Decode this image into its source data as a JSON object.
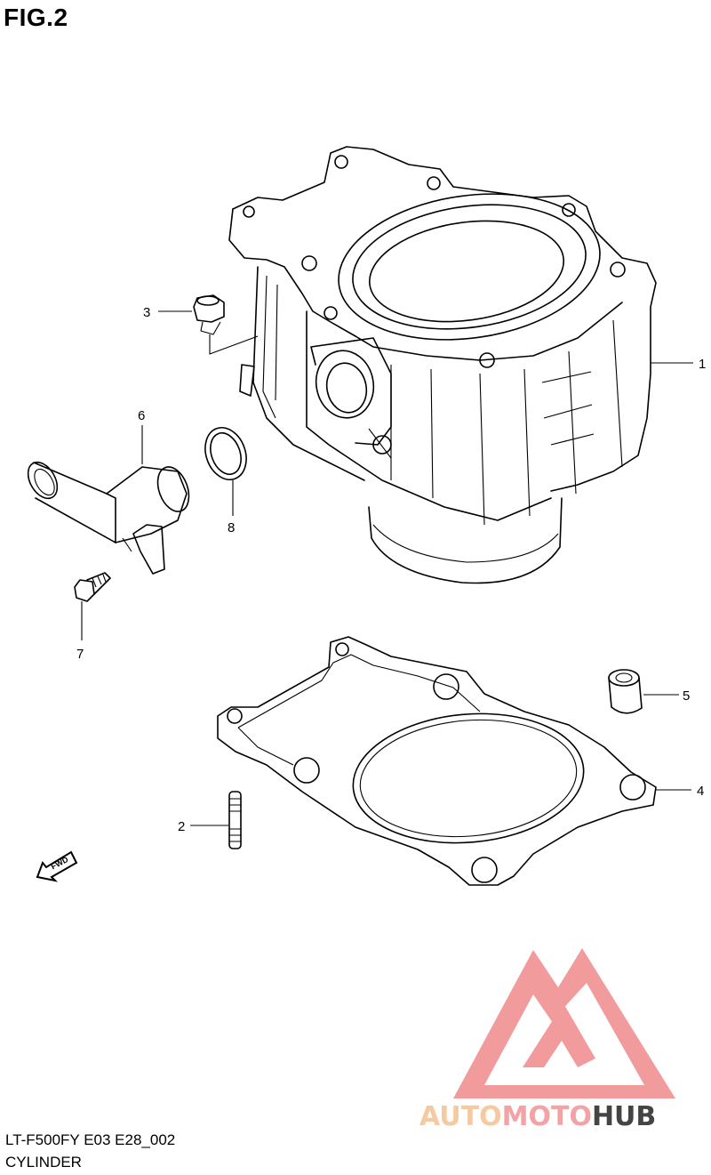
{
  "figure": {
    "title": "FIG.2"
  },
  "parts": [
    {
      "num": "1",
      "name": "cylinder"
    },
    {
      "num": "2",
      "name": "stud-bolt"
    },
    {
      "num": "3",
      "name": "nut"
    },
    {
      "num": "4",
      "name": "cylinder-gasket"
    },
    {
      "num": "5",
      "name": "dowel-pin"
    },
    {
      "num": "6",
      "name": "intake-pipe"
    },
    {
      "num": "7",
      "name": "bolt"
    },
    {
      "num": "8",
      "name": "o-ring"
    }
  ],
  "fwd_label": "FWD",
  "footer": {
    "model": "LT-F500FY E03 E28_002",
    "name": "CYLINDER"
  },
  "watermark": {
    "part1": "AUTO",
    "part2": "MOTO",
    "part3": "HUB",
    "colors": {
      "part1": "#f6c9a0",
      "part2": "#f3a2a6",
      "part3": "#444444",
      "logo": "#f08a8c"
    }
  }
}
